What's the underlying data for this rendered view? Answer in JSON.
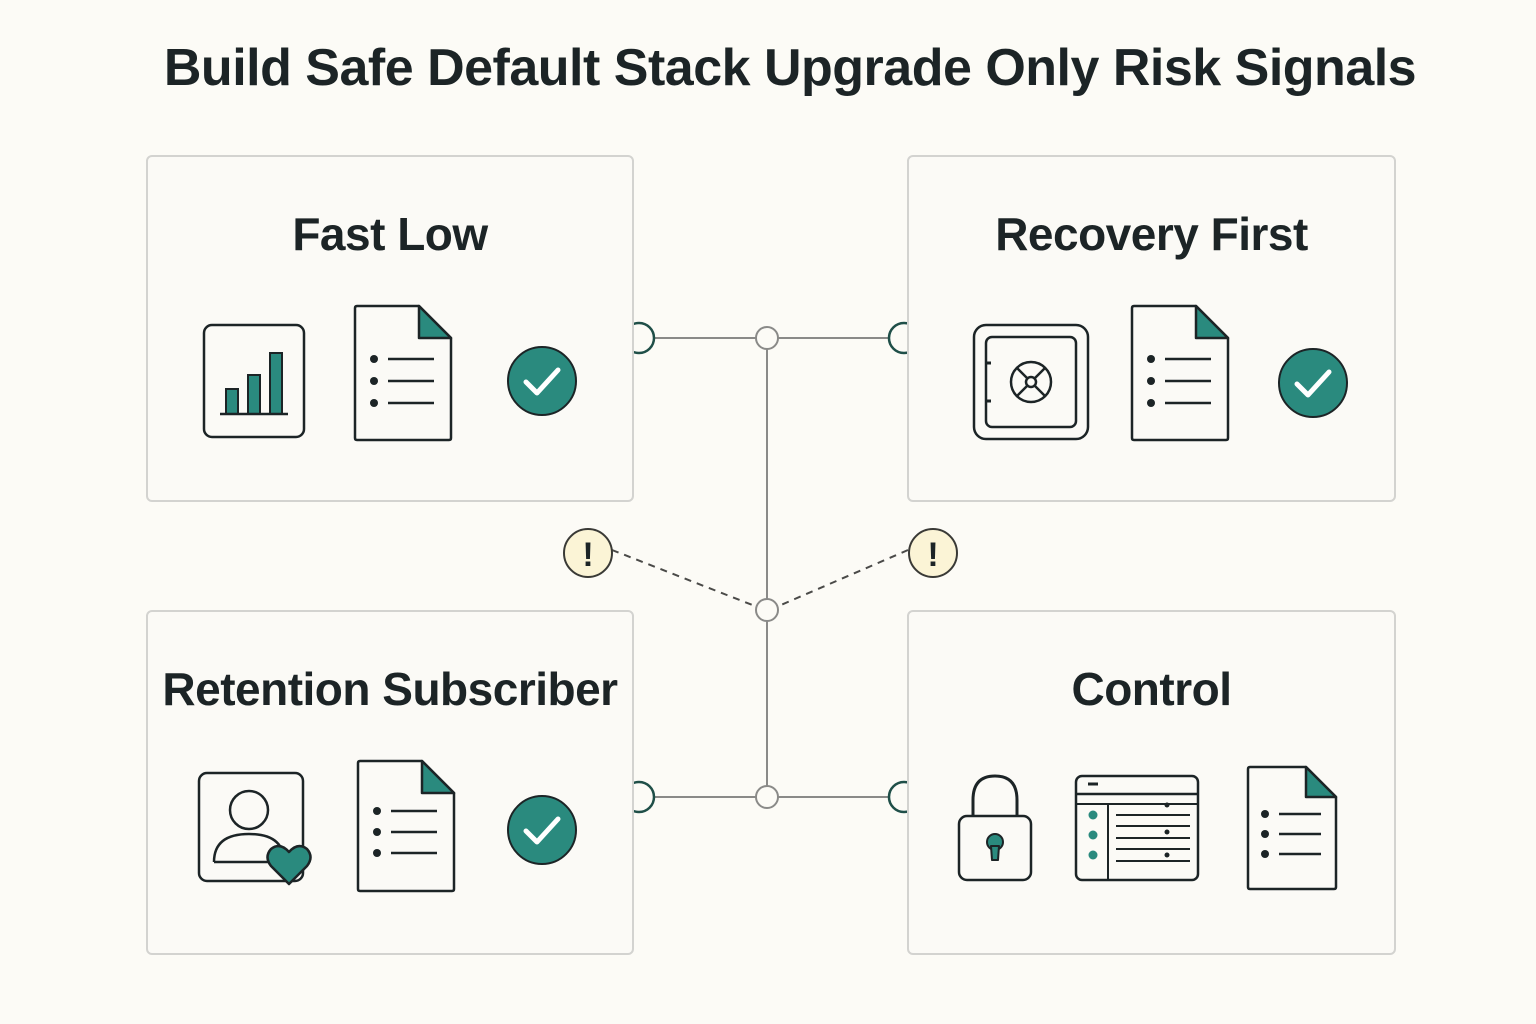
{
  "title": "Build Safe Default Stack Upgrade Only Risk Signals",
  "colors": {
    "teal": "#2a8a7e",
    "dark": "#1c2426",
    "line": "#8a8a88",
    "warning_fill": "#fbf4d6",
    "panel_border": "#d3d3d0"
  },
  "panels": [
    {
      "title": "Fast Low",
      "icons": [
        "bar-chart-icon",
        "document-list-icon",
        "check-circle-icon"
      ]
    },
    {
      "title": "Recovery First",
      "icons": [
        "vault-safe-icon",
        "document-list-icon",
        "check-circle-icon"
      ]
    },
    {
      "title": "Retention Subscriber",
      "icons": [
        "user-heart-icon",
        "document-list-icon",
        "check-circle-icon"
      ]
    },
    {
      "title": "Control",
      "icons": [
        "padlock-icon",
        "data-table-icon",
        "document-list-icon"
      ]
    }
  ],
  "warnings": [
    "!",
    "!"
  ]
}
